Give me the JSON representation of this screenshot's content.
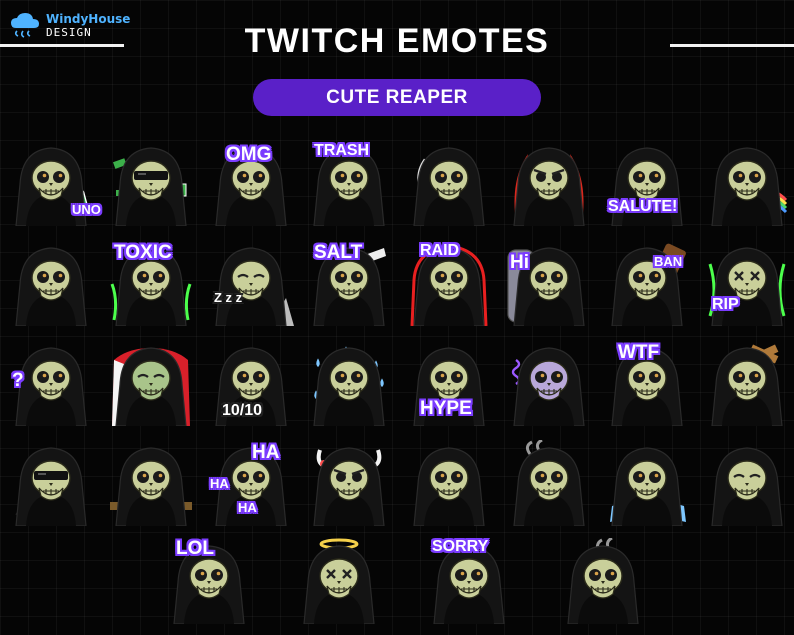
{
  "brand": {
    "name": "WindyHouse",
    "sub": "DESIGN"
  },
  "title": "TWITCH EMOTES",
  "subtitle": "CUTE REAPER",
  "emotes": [
    [
      {
        "name": "uno",
        "tag": "UNO"
      },
      {
        "name": "money",
        "tag": ""
      },
      {
        "name": "omg",
        "tag": "OMG"
      },
      {
        "name": "trash",
        "tag": "TRASH"
      },
      {
        "name": "scythe",
        "tag": ""
      },
      {
        "name": "rage",
        "tag": ""
      },
      {
        "name": "salute",
        "tag": "SALUTE!"
      },
      {
        "name": "rainbow",
        "tag": ""
      }
    ],
    [
      {
        "name": "coffee",
        "tag": ""
      },
      {
        "name": "toxic",
        "tag": "TOXIC"
      },
      {
        "name": "sleep",
        "tag": "Z z z"
      },
      {
        "name": "salt",
        "tag": "SALT"
      },
      {
        "name": "raid",
        "tag": "RAID"
      },
      {
        "name": "hi",
        "tag": "Hi"
      },
      {
        "name": "ban",
        "tag": "BAN"
      },
      {
        "name": "rip",
        "tag": "RIP"
      }
    ],
    [
      {
        "name": "confused",
        "tag": "?"
      },
      {
        "name": "sick",
        "tag": ""
      },
      {
        "name": "score",
        "tag": "10/10"
      },
      {
        "name": "rain",
        "tag": ""
      },
      {
        "name": "hype",
        "tag": "HYPE"
      },
      {
        "name": "dizzy",
        "tag": ""
      },
      {
        "name": "wtf",
        "tag": "WTF"
      },
      {
        "name": "hurt",
        "tag": ""
      }
    ],
    [
      {
        "name": "cool",
        "tag": ""
      },
      {
        "name": "peek",
        "tag": ""
      },
      {
        "name": "haha",
        "tag": "HA"
      },
      {
        "name": "angry",
        "tag": ""
      },
      {
        "name": "tongue",
        "tag": ""
      },
      {
        "name": "noodles",
        "tag": ""
      },
      {
        "name": "cry",
        "tag": ""
      },
      {
        "name": "shiver",
        "tag": ""
      }
    ],
    [
      {
        "name": "lol",
        "tag": "LOL"
      },
      {
        "name": "angel",
        "tag": ""
      },
      {
        "name": "sorry",
        "tag": "SORRY"
      },
      {
        "name": "ramen",
        "tag": ""
      }
    ]
  ],
  "extra_labels": {
    "haha_small_1": "HA",
    "haha_small_2": "HA"
  }
}
